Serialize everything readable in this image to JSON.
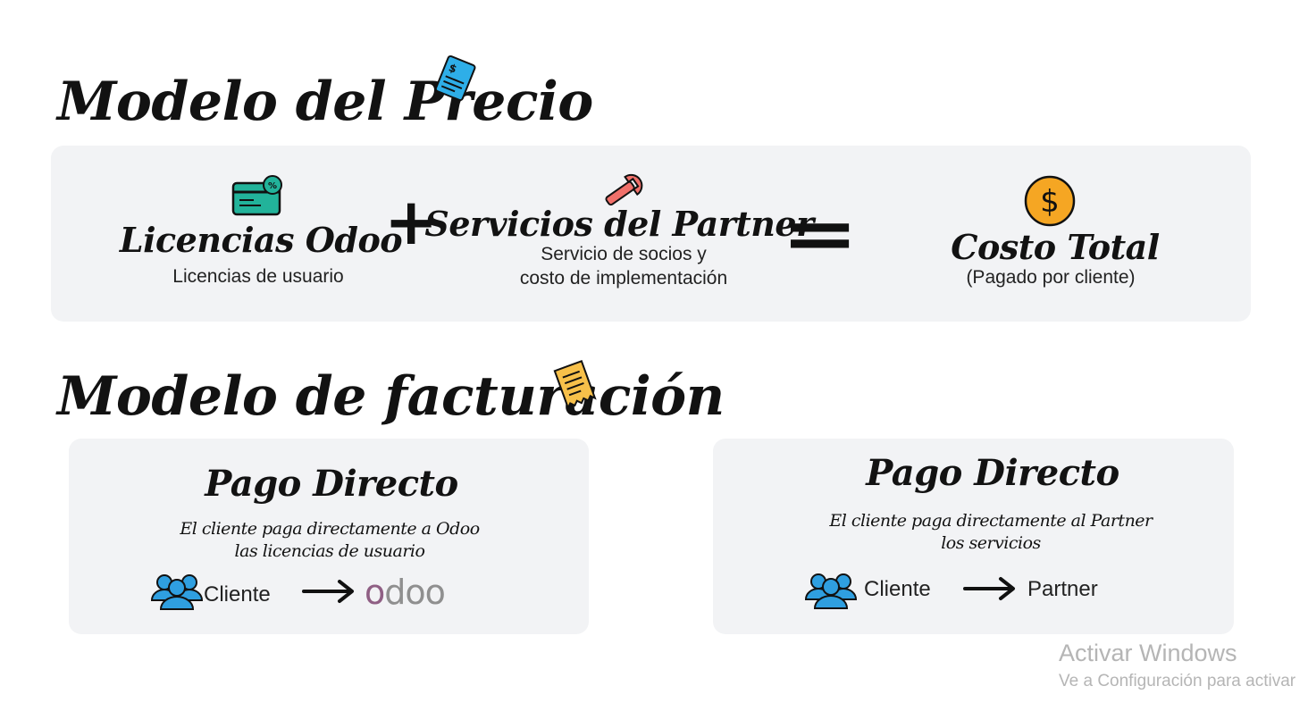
{
  "price_model": {
    "title": "Modelo del Precio",
    "licenses": {
      "title": "Licencias Odoo",
      "subtitle": "Licencias de usuario"
    },
    "plus": "+",
    "services": {
      "title": "Servicios del Partner",
      "subtitle_line1": "Servicio de socios y",
      "subtitle_line2": "costo de implementación"
    },
    "equals": "=",
    "total": {
      "title": "Costo Total",
      "subtitle": "(Pagado por cliente)"
    }
  },
  "billing_model": {
    "title": "Modelo de facturación",
    "cards": [
      {
        "title": "Pago Directo",
        "desc_line1": "El cliente paga directamente a Odoo",
        "desc_line2": "las licencias de usuario",
        "from": "Cliente",
        "to": "odoo"
      },
      {
        "title": "Pago Directo",
        "desc_line1": "El cliente paga directamente al Partner",
        "desc_line2": "los servicios",
        "from": "Cliente",
        "to": "Partner"
      }
    ]
  },
  "watermark": {
    "title": "Activar Windows",
    "subtitle": "Ve a Configuración para activar"
  },
  "colors": {
    "panel": "#f2f3f5",
    "doc_blue": "#2eaee8",
    "card_teal": "#22b39a",
    "wrench_red": "#f0706a",
    "coin_orange": "#f5a623",
    "receipt_yellow": "#f7c04a",
    "people_blue": "#2f9fe0",
    "odoo_purple": "#8f5f84",
    "odoo_gray": "#8f8f8f"
  },
  "icons": [
    "document-icon",
    "credit-card-icon",
    "wrench-icon",
    "dollar-coin-icon",
    "receipt-icon",
    "people-icon",
    "arrow-right-icon"
  ]
}
